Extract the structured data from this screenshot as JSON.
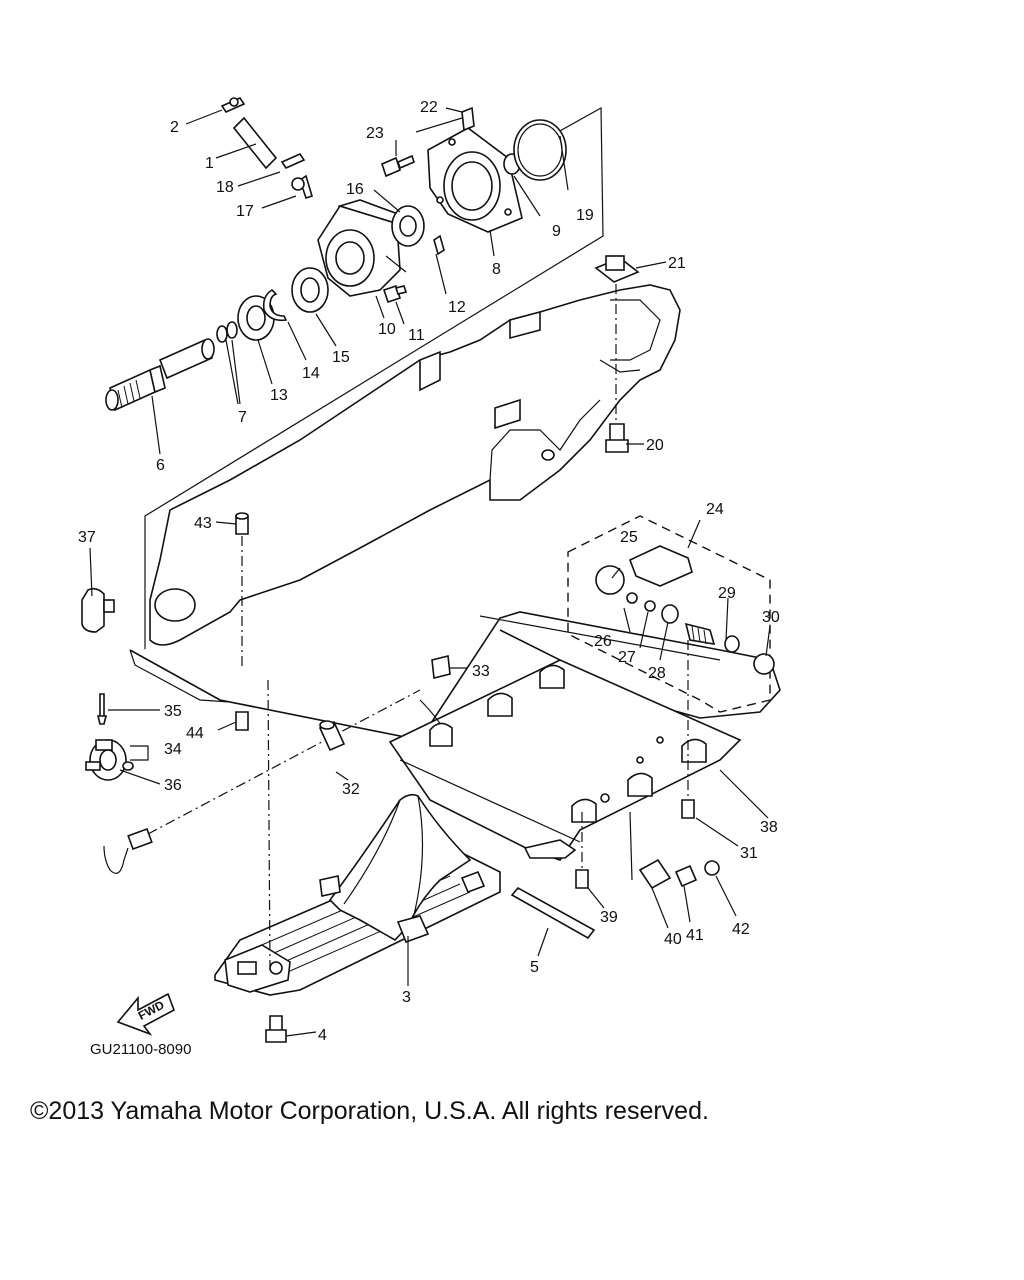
{
  "diagram": {
    "code": "GU21100-8090",
    "fwd_label": "FWD",
    "callouts": [
      "1",
      "2",
      "3",
      "4",
      "5",
      "6",
      "7",
      "8",
      "9",
      "10",
      "11",
      "12",
      "13",
      "14",
      "15",
      "16",
      "17",
      "18",
      "19",
      "20",
      "21",
      "22",
      "23",
      "24",
      "25",
      "26",
      "27",
      "28",
      "29",
      "30",
      "31",
      "32",
      "33",
      "34",
      "35",
      "36",
      "37",
      "38",
      "39",
      "40",
      "41",
      "42",
      "43",
      "44"
    ]
  },
  "footer": {
    "copyright": "©2013 Yamaha Motor Corporation, U.S.A. All rights reserved."
  }
}
